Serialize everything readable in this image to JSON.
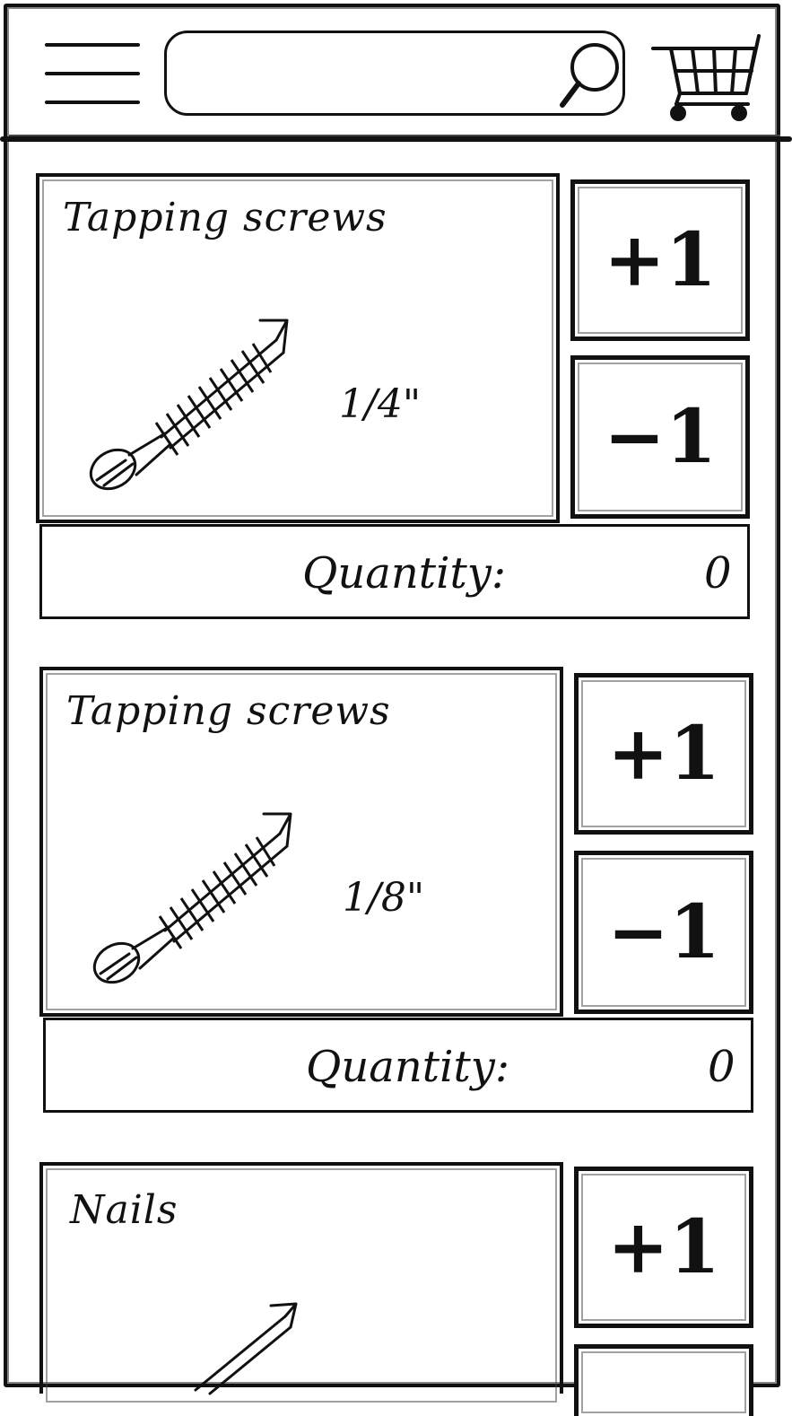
{
  "header": {
    "menu_icon": "hamburger-menu-icon",
    "search": {
      "value": "",
      "placeholder": "",
      "icon": "search-icon"
    },
    "cart_icon": "shopping-cart-icon"
  },
  "products": [
    {
      "title": "Tapping screws",
      "size": "1/4\"",
      "image_icon": "screw-icon",
      "increment_label": "+1",
      "decrement_label": "−1",
      "quantity_label": "Quantity:",
      "quantity_value": "0"
    },
    {
      "title": "Tapping screws",
      "size": "1/8\"",
      "image_icon": "screw-icon",
      "increment_label": "+1",
      "decrement_label": "−1",
      "quantity_label": "Quantity:",
      "quantity_value": "0"
    },
    {
      "title": "Nails",
      "image_icon": "nail-icon",
      "increment_label": "+1"
    }
  ]
}
